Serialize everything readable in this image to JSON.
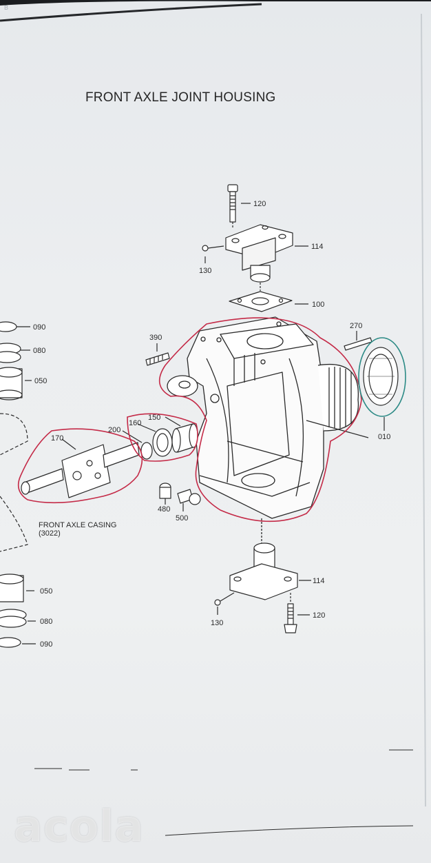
{
  "title": "FRONT AXLE JOINT HOUSING",
  "casing_label": {
    "line1": "FRONT AXLE CASING",
    "line2": "(3022)"
  },
  "parts": {
    "p120_top": "120",
    "p114_top": "114",
    "p130_top": "130",
    "p100": "100",
    "p270": "270",
    "p390": "390",
    "p010": "010",
    "p090_top": "090",
    "p080_top": "080",
    "p050_top": "050",
    "p170": "170",
    "p200": "200",
    "p160": "160",
    "p150": "150",
    "p480": "480",
    "p500": "500",
    "p114_bottom": "114",
    "p120_bottom": "120",
    "p130_bottom": "130",
    "p050_bottom": "050",
    "p080_bottom": "080",
    "p090_bottom": "090"
  },
  "watermark": "acola",
  "corner_mark": "B",
  "colors": {
    "ink": "#2a2a2a",
    "red_markup": "#c42a47",
    "teal_markup": "#2b8a85"
  }
}
